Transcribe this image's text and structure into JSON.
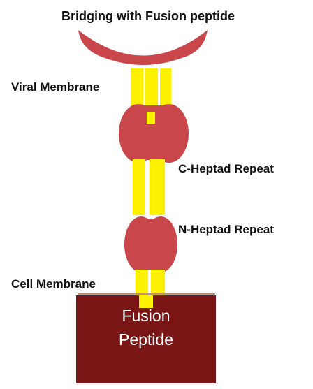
{
  "diagram": {
    "title": "Bridging with Fusion peptide",
    "labels": {
      "viral_membrane": "Viral Membrane",
      "c_heptad": "C-Heptad Repeat",
      "n_heptad": "N-Heptad Repeat",
      "cell_membrane": "Cell Membrane"
    },
    "fusion_box": {
      "line1": "Fusion",
      "line2": "Peptide"
    },
    "colors": {
      "helix": "#FFF200",
      "domain": "#C9474A",
      "peptide_box": "#7A1616",
      "membrane_line": "#C98F73"
    }
  }
}
